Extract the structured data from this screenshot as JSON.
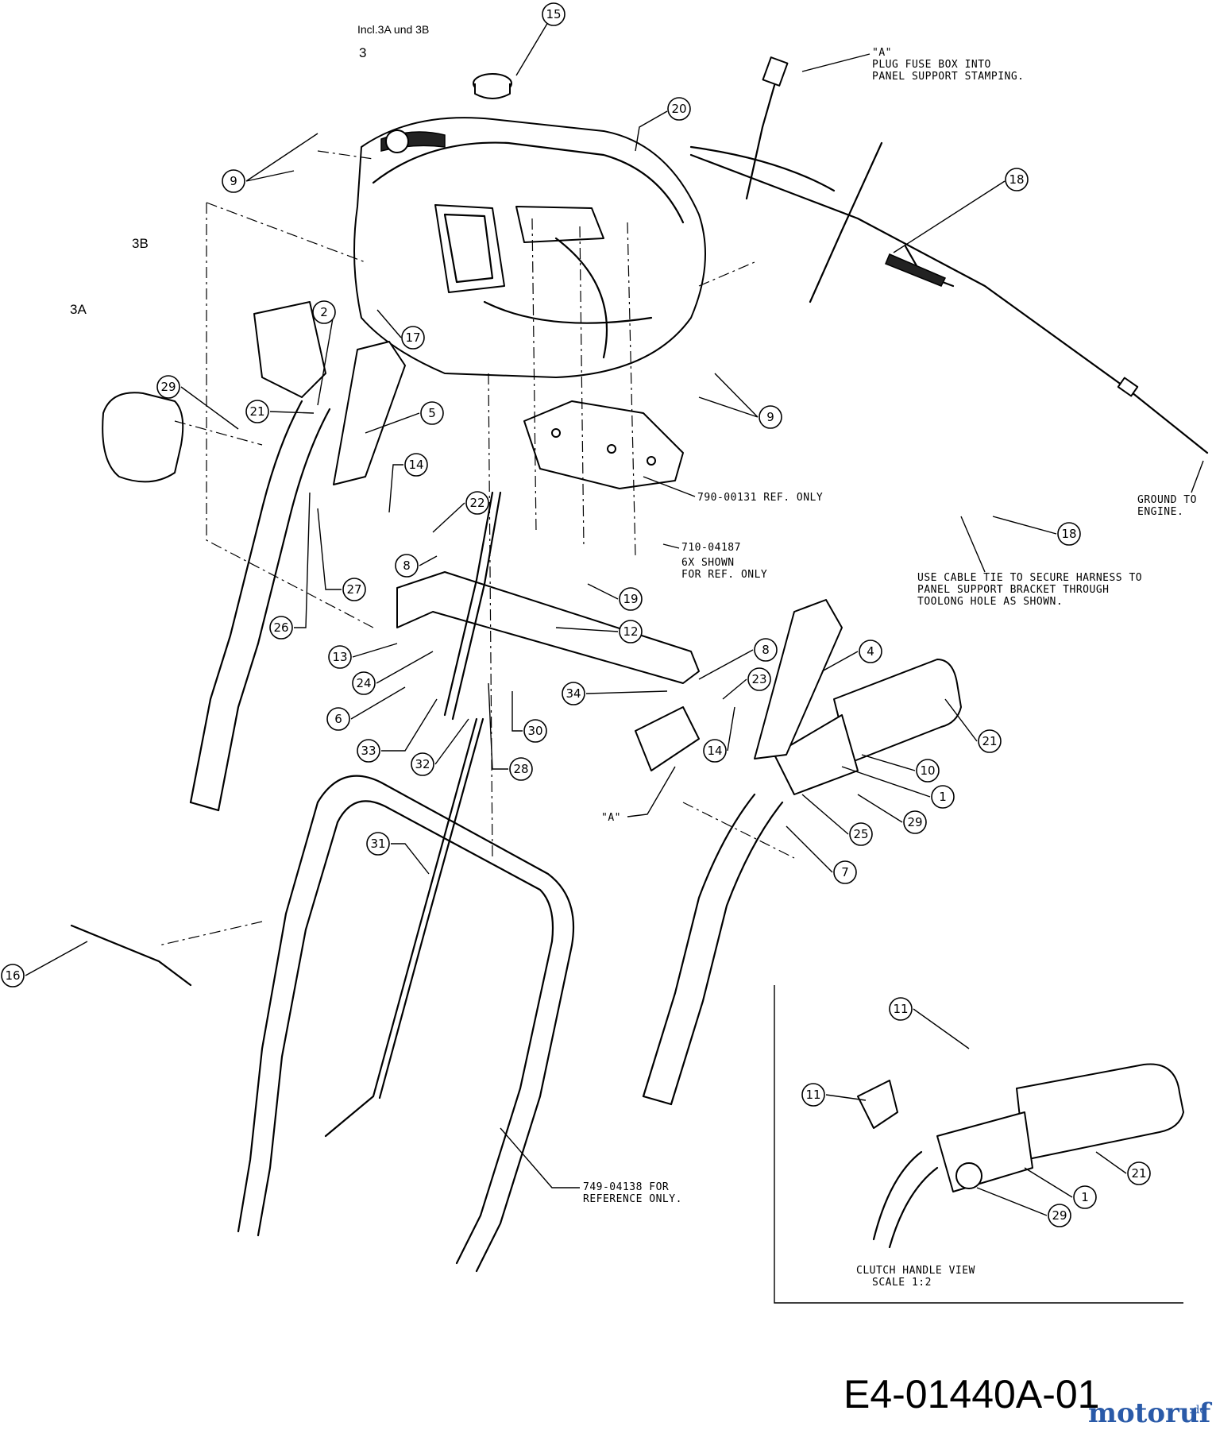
{
  "diagram": {
    "header_note": "Incl.3A und 3B",
    "assembly_labels": [
      "3",
      "3A",
      "3B"
    ],
    "notes": {
      "plug_fuse": [
        "\"A\"",
        "PLUG FUSE BOX INTO",
        "PANEL SUPPORT STAMPING."
      ],
      "ground": [
        "GROUND TO",
        "ENGINE."
      ],
      "ref_790": "790-00131 REF. ONLY",
      "ref_710": [
        "710-04187",
        "6X SHOWN",
        "FOR REF. ONLY"
      ],
      "cable_tie": [
        "USE CABLE TIE TO SECURE HARNESS TO",
        "PANEL SUPPORT BRACKET THROUGH",
        "TOOLONG HOLE AS SHOWN."
      ],
      "ref_749": [
        "749-04138 FOR",
        "REFERENCE ONLY."
      ],
      "detail_view": [
        "CLUTCH HANDLE VIEW",
        "SCALE 1:2"
      ],
      "a_marker": "\"A\""
    },
    "callouts": [
      "15",
      "20",
      "9",
      "18",
      "17",
      "2",
      "29",
      "21",
      "5",
      "14",
      "22",
      "8",
      "27",
      "26",
      "19",
      "12",
      "13",
      "24",
      "6",
      "33",
      "32",
      "30",
      "28",
      "34",
      "23",
      "4",
      "10",
      "1",
      "25",
      "7",
      "16",
      "31",
      "11"
    ],
    "drawing_code": "E4-01440A-01",
    "watermark": {
      "brand": "motoruf",
      "suffix": ".de"
    }
  }
}
